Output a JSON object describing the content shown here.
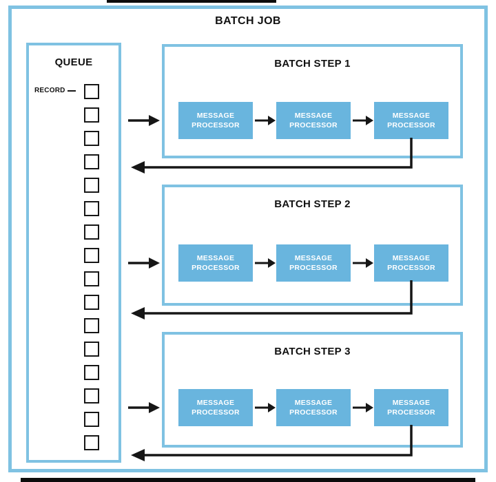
{
  "diagram": {
    "title": "BATCH JOB",
    "queue": {
      "title": "QUEUE",
      "record_label": "RECORD",
      "record_count": 16
    },
    "steps": [
      {
        "title": "BATCH STEP 1",
        "processors": [
          "MESSAGE PROCESSOR",
          "MESSAGE PROCESSOR",
          "MESSAGE PROCESSOR"
        ]
      },
      {
        "title": "BATCH STEP 2",
        "processors": [
          "MESSAGE PROCESSOR",
          "MESSAGE PROCESSOR",
          "MESSAGE PROCESSOR"
        ]
      },
      {
        "title": "BATCH STEP 3",
        "processors": [
          "MESSAGE PROCESSOR",
          "MESSAGE PROCESSOR",
          "MESSAGE PROCESSOR"
        ]
      }
    ],
    "colors": {
      "box_border": "#7fc2e2",
      "processor_fill": "#69b5de",
      "processor_text": "#ffffff",
      "arrow": "#161616",
      "record_border": "#161616"
    }
  }
}
